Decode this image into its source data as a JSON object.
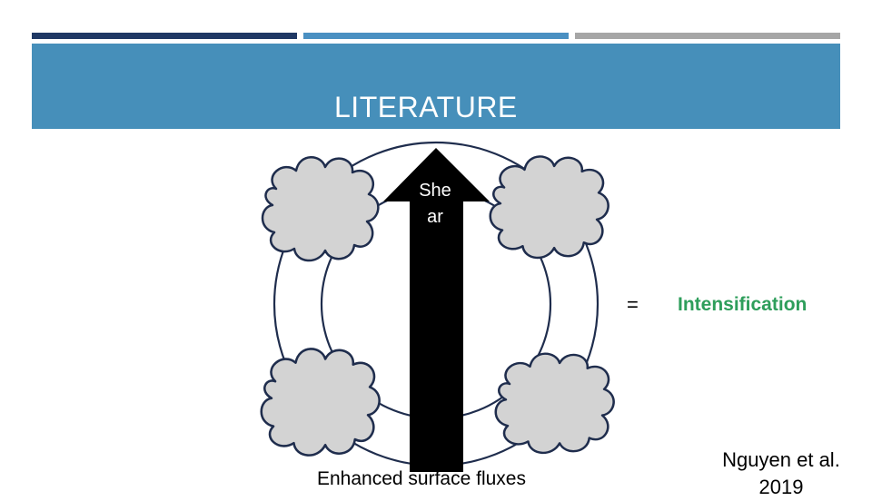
{
  "header": {
    "title": "LITERATURE",
    "bar_colors": [
      "#1f3864",
      "#4a90c2",
      "#a6a6a6"
    ],
    "background_color": "#468fba"
  },
  "diagram": {
    "arrow_label": "She ar",
    "arrow_label_lines": [
      "She",
      "ar"
    ],
    "equals_sign": "=",
    "result": "Intensification",
    "result_color": "#2e9e5b",
    "bottom_label": "Enhanced surface fluxes",
    "cloud_count": 4,
    "ring_color": "#1f2d4d"
  },
  "citation": {
    "lines": [
      "Nguyen et al.",
      "2019"
    ]
  }
}
